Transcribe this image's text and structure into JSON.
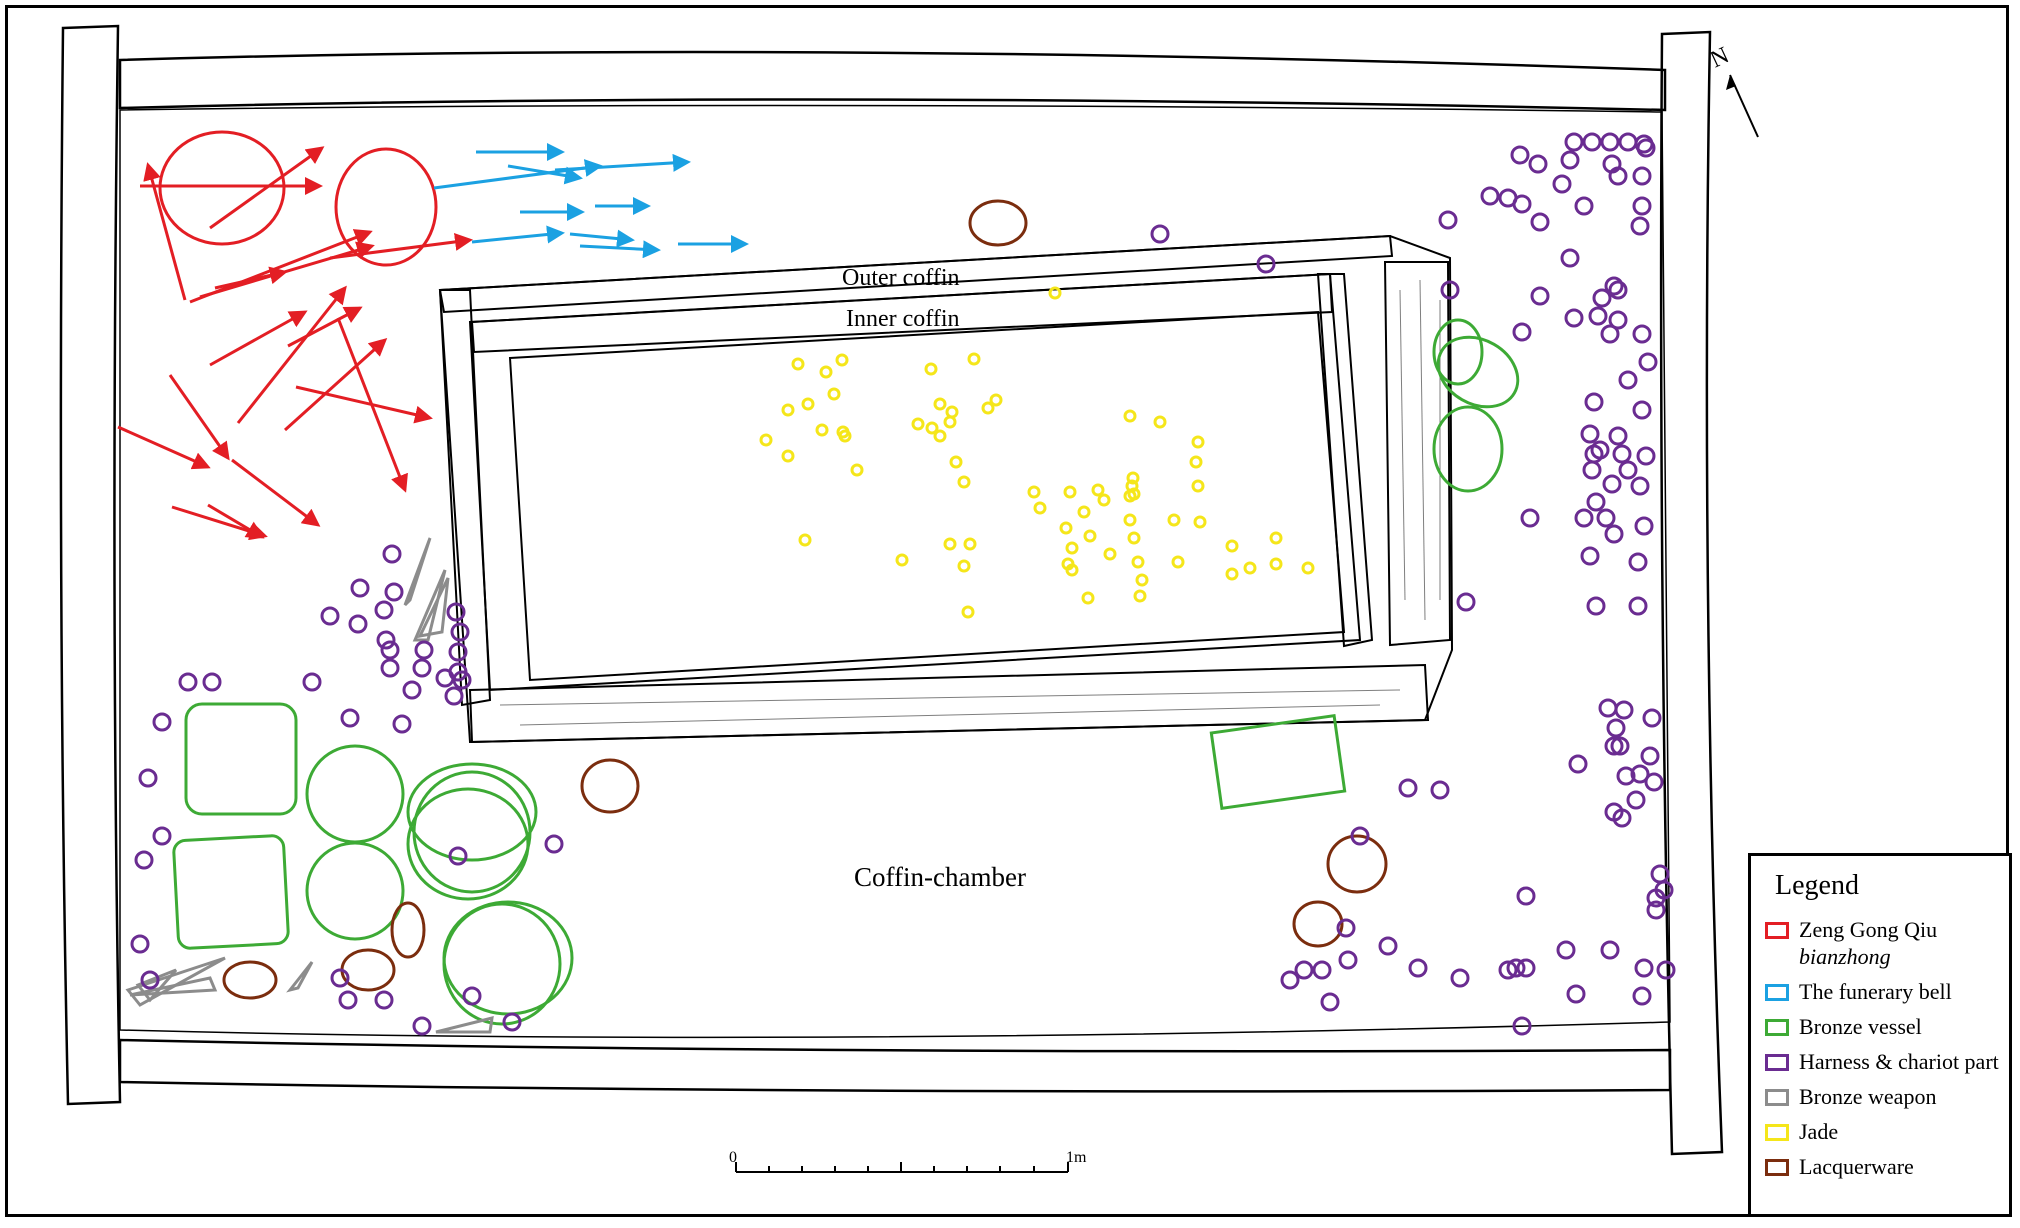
{
  "labels": {
    "outer_coffin": "Outer coffin",
    "inner_coffin": "Inner coffin",
    "coffin_chamber": "Coffin-chamber",
    "north": "N",
    "scale_start": "0",
    "scale_end": "1m"
  },
  "legend": {
    "title": "Legend",
    "items": [
      {
        "label": "Zeng Gong Qiu",
        "label_italic": "bianzhong",
        "color": "#e31e24"
      },
      {
        "label": "The funerary bell",
        "label_italic": "",
        "color": "#1ba1e2"
      },
      {
        "label": "Bronze vessel",
        "label_italic": "",
        "color": "#3daa35"
      },
      {
        "label": "Harness & chariot part",
        "label_italic": "",
        "color": "#6a2c91"
      },
      {
        "label": "Bronze weapon",
        "label_italic": "",
        "color": "#8c8c8c"
      },
      {
        "label": "Jade",
        "label_italic": "",
        "color": "#f5e61a"
      },
      {
        "label": "Lacquerware",
        "label_italic": "",
        "color": "#7b2d0e"
      }
    ]
  }
}
